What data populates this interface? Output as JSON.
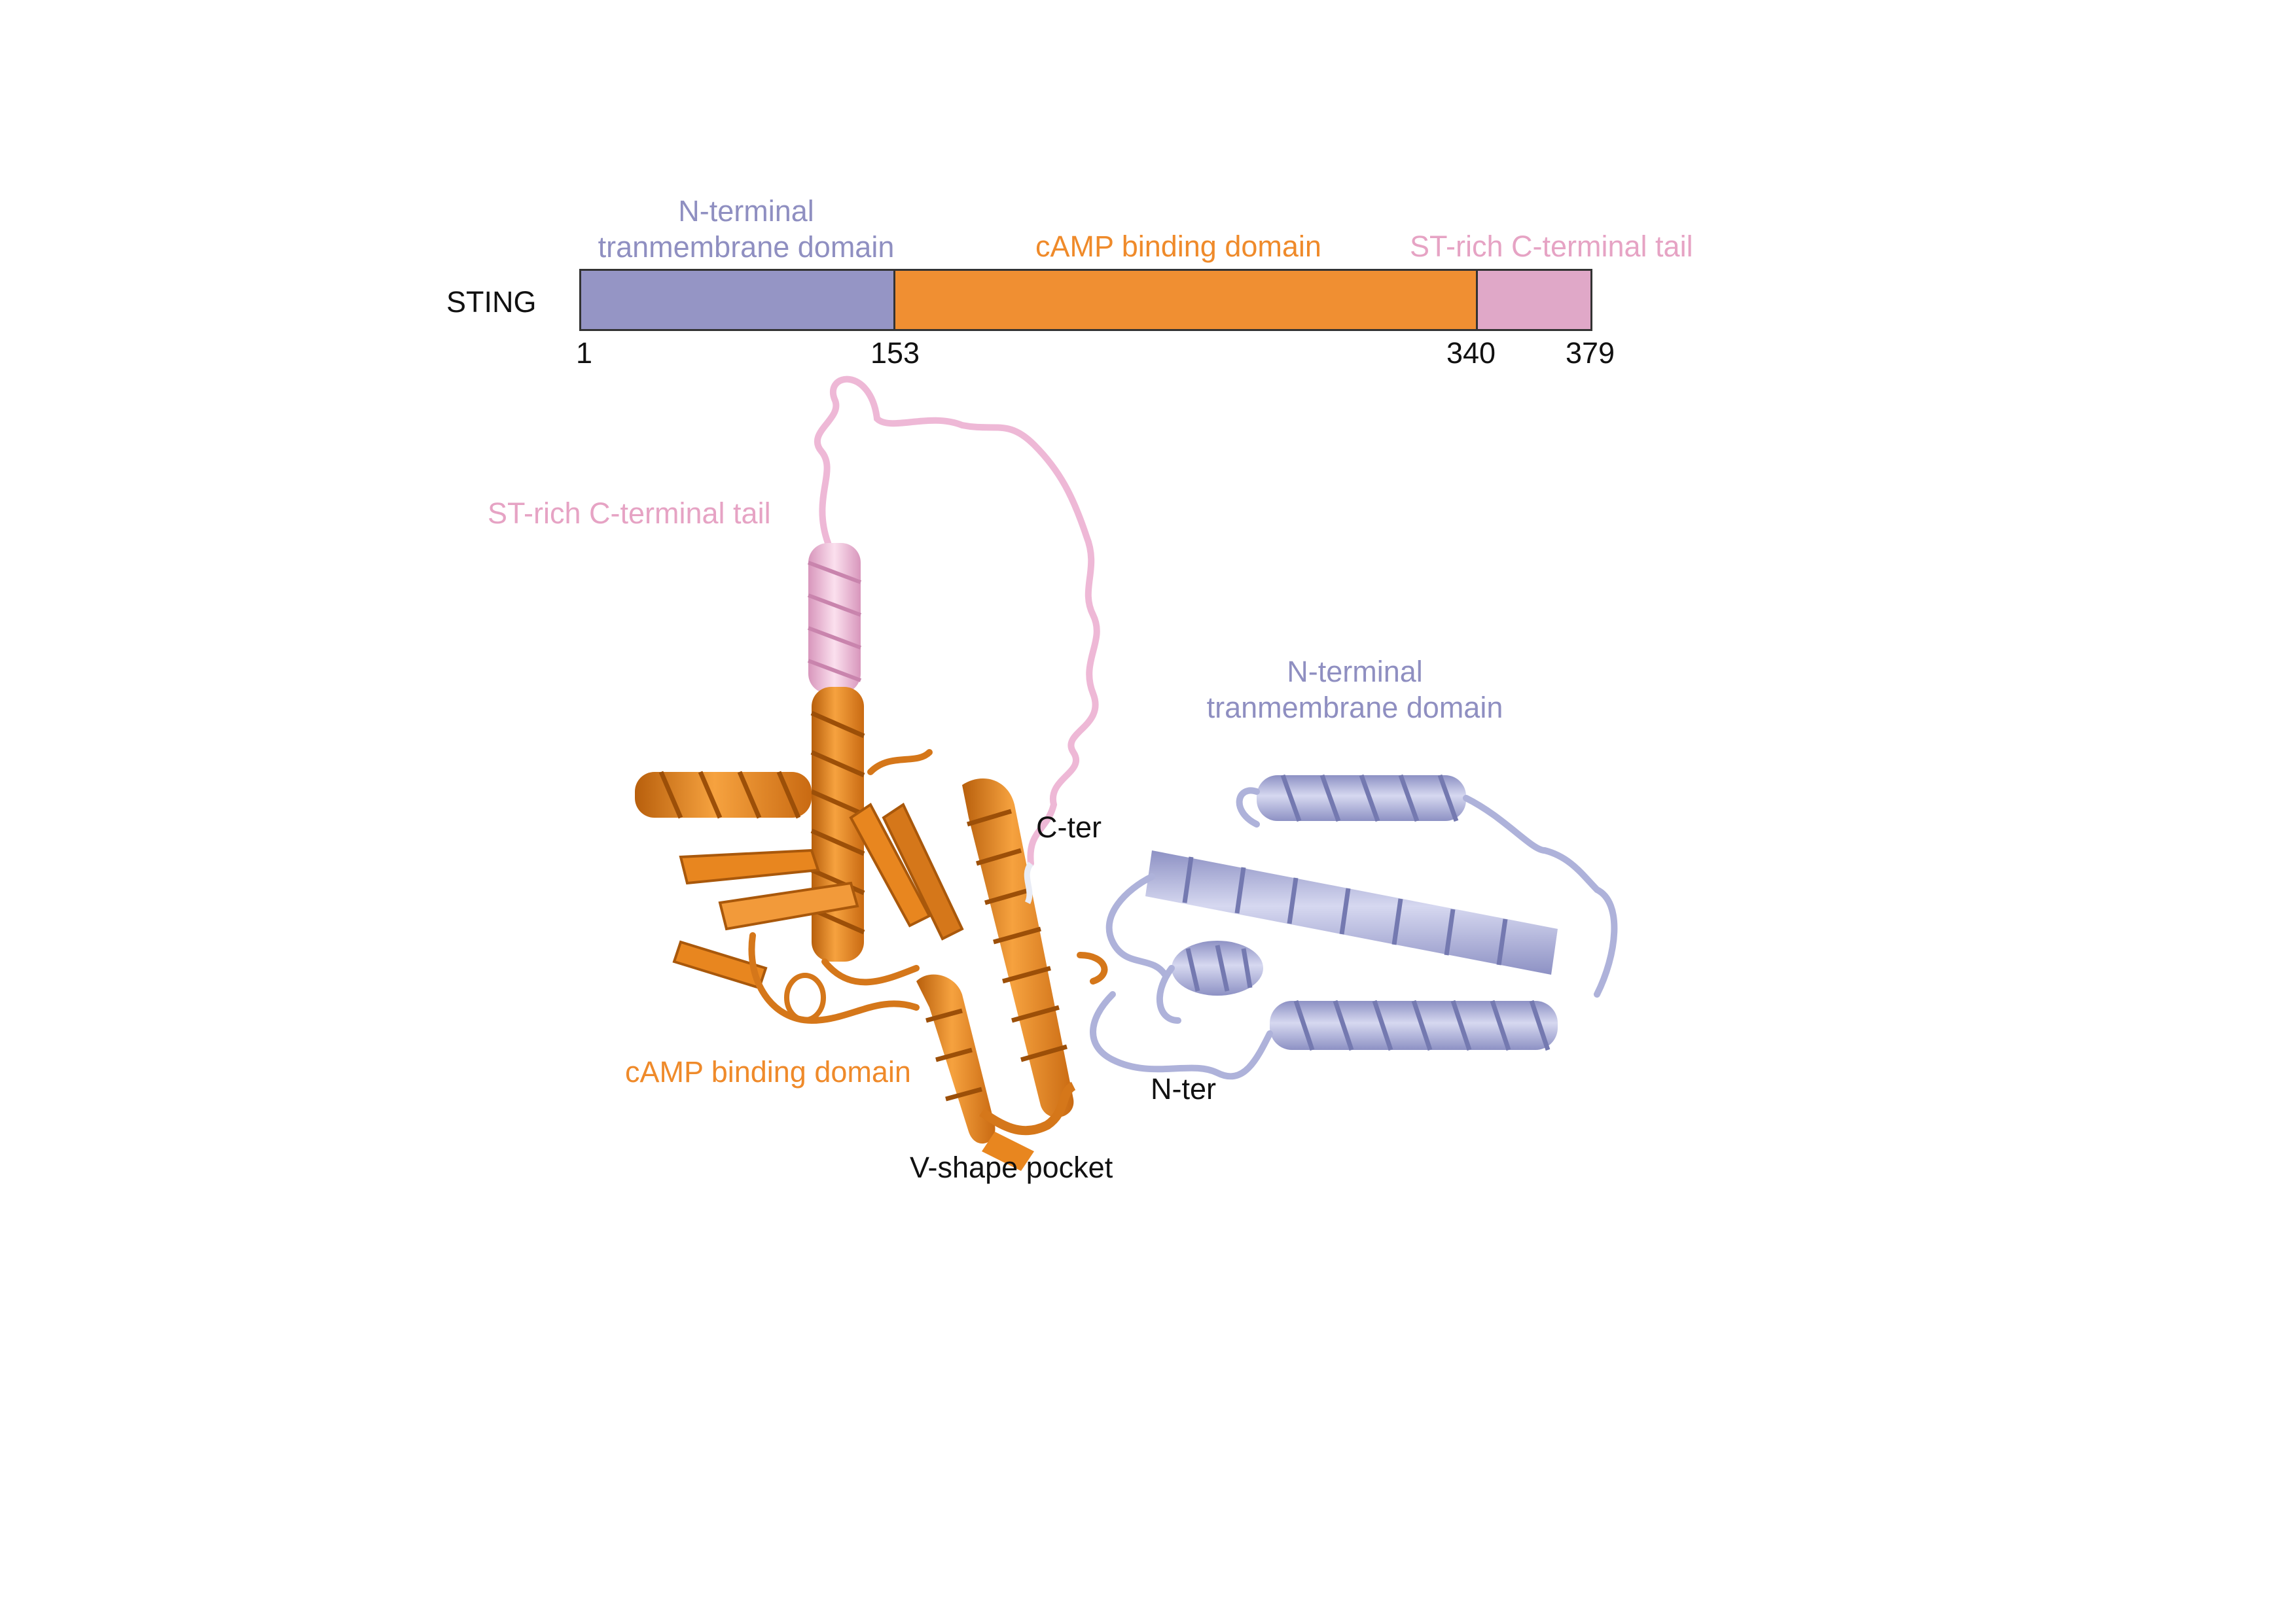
{
  "protein_name": "STING",
  "domain_bar": {
    "domains": [
      {
        "label_line1": "N-terminal",
        "label_line2": "tranmembrane domain",
        "start": 1,
        "end": 153,
        "color": "#9595c5"
      },
      {
        "label_line1": "cAMP binding domain",
        "start": 153,
        "end": 340,
        "color": "#f08f32"
      },
      {
        "label_line1": "ST-rich C-terminal tail",
        "start": 340,
        "end": 379,
        "color": "#e0a8c8"
      }
    ],
    "positions": [
      "1",
      "153",
      "340",
      "379"
    ],
    "label_colors": {
      "n_term": "#8f8fc1",
      "camp": "#ef8a2a",
      "st_tail": "#e6a3c4"
    }
  },
  "structure": {
    "st_tail_label": "ST-rich C-terminal tail",
    "n_term_label_line1": "N-terminal",
    "n_term_label_line2": "tranmembrane domain",
    "camp_label": "cAMP binding domain",
    "c_ter_label": "C-ter",
    "n_ter_label": "N-ter",
    "pocket_label": "V-shape pocket",
    "colors": {
      "camp": "#e8861f",
      "camp_dark": "#b85f0c",
      "nterm": "#aeb2da",
      "nterm_dark": "#7f84b8",
      "tail": "#eeb8d6"
    }
  }
}
